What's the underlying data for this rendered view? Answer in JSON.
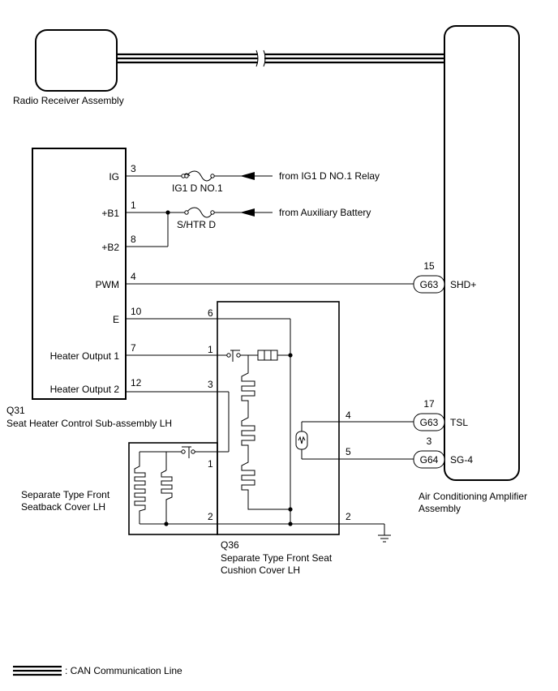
{
  "components": {
    "radio_receiver": "Radio Receiver Assembly",
    "ac_amplifier_line1": "Air Conditioning Amplifier",
    "ac_amplifier_line2": "Assembly",
    "q31_code": "Q31",
    "q31_name": "Seat Heater Control Sub-assembly LH",
    "q36_code": "Q36",
    "q36_name_line1": "Separate Type Front Seat",
    "q36_name_line2": "Cushion Cover LH",
    "seatback_line1": "Separate Type Front",
    "seatback_line2": "Seatback Cover LH"
  },
  "q31_terminals": [
    {
      "name": "IG",
      "pin": "3"
    },
    {
      "name": "+B1",
      "pin": "1"
    },
    {
      "name": "+B2",
      "pin": "8"
    },
    {
      "name": "PWM",
      "pin": "4"
    },
    {
      "name": "E",
      "pin": "10"
    },
    {
      "name": "Heater Output 1",
      "pin": "7"
    },
    {
      "name": "Heater Output 2",
      "pin": "12"
    }
  ],
  "fuses": {
    "ig1": "IG1 D NO.1",
    "shtr": "S/HTR D"
  },
  "sources": {
    "ig1_relay": "from IG1 D NO.1 Relay",
    "aux_battery": "from Auxiliary Battery"
  },
  "amplifier_terminals": [
    {
      "name": "SHD+",
      "pin": "15",
      "connector": "G63"
    },
    {
      "name": "TSL",
      "pin": "17",
      "connector": "G63"
    },
    {
      "name": "SG-4",
      "pin": "3",
      "connector": "G64"
    }
  ],
  "q36_pins": {
    "e": "6",
    "heater1": "1",
    "heater2": "3",
    "tsl": "4",
    "sg4": "5",
    "ground": "2"
  },
  "seatback_pins": {
    "input": "1",
    "ground": "2"
  },
  "legend": {
    "can_line": ": CAN Communication Line"
  }
}
